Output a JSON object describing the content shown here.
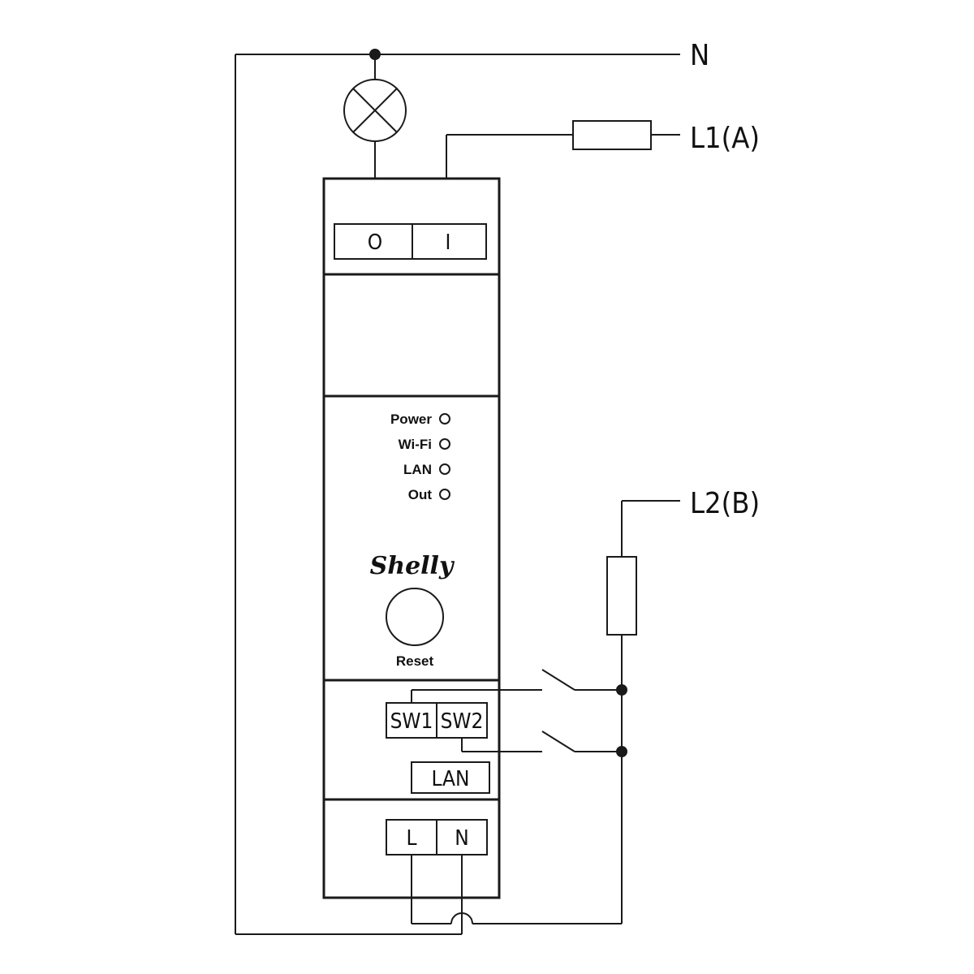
{
  "lines": {
    "neutral": "N",
    "phase_a": "L1(A)",
    "phase_b": "L2(B)"
  },
  "device": {
    "logo": "Shelly",
    "reset_label": "Reset",
    "output_terminals": [
      "O",
      "I"
    ],
    "switch_terminals": [
      "SW1",
      "SW2"
    ],
    "lan_port": "LAN",
    "power_terminals": [
      "L",
      "N"
    ],
    "indicators": [
      "Power",
      "Wi-Fi",
      "LAN",
      "Out"
    ]
  },
  "icons": {
    "load": "lamp-icon",
    "fuse_a": "fuse-icon",
    "fuse_b": "fuse-icon",
    "switch_1": "switch-icon",
    "switch_2": "switch-icon"
  }
}
